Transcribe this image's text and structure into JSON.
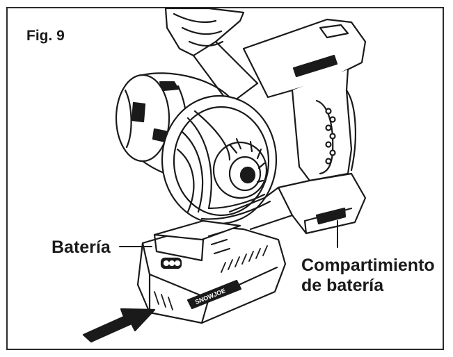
{
  "figure": {
    "label": "Fig. 9"
  },
  "callouts": {
    "battery": "Batería",
    "compartment_line1": "Compartimiento",
    "compartment_line2": "de batería"
  },
  "battery_brand_text": "SNOWJOE",
  "colors": {
    "ink": "#1a1a1a",
    "background": "#ffffff"
  }
}
